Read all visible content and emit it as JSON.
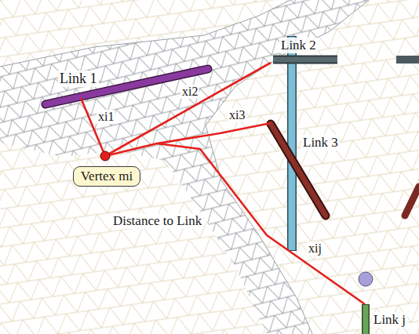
{
  "diagram": {
    "nodes": [
      {
        "text": [
          "Vertex mi"
        ]
      }
    ],
    "labels": [
      "Link 1",
      "Link 2",
      "Link 3",
      "Link j",
      "xi1",
      "xi2",
      "xi3",
      "xij",
      "Distance to Link"
    ]
  }
}
